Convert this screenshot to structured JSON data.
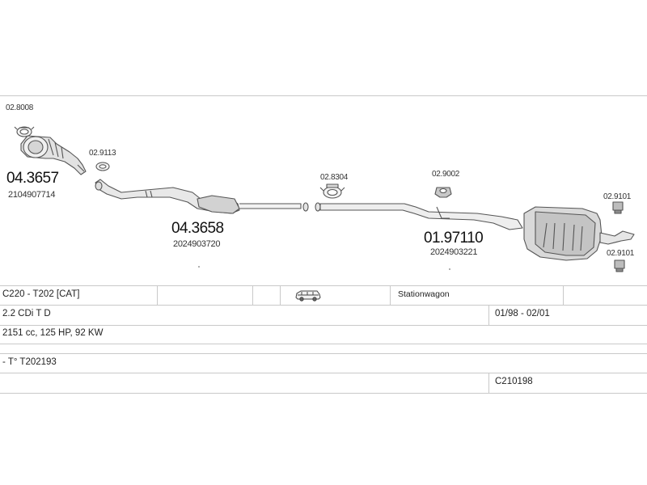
{
  "parts": {
    "p1": "02.8008",
    "p2": "04.3657",
    "p3": "2104907714",
    "p4": "02.9113",
    "p5": "04.3658",
    "p6": "2024903720",
    "p7": "02.8304",
    "p8": "02.9002",
    "p9": "01.97110",
    "p10": "2024903221",
    "p11": "02.9101",
    "p12": "02.9101"
  },
  "vehicle": {
    "model": "C220 - T202  [CAT]",
    "body_icon": "station-wagon-car-icon",
    "body_type": "Stationwagon",
    "engine": "2.2 CDi T D",
    "years": "01/98 - 02/01",
    "specs": "2151 cc, 125 HP, 92 KW",
    "type_code": "- T° T202193",
    "ref": "C210198"
  },
  "colors": {
    "line": "#555555",
    "fill": "#e6e6e6",
    "dark": "#9a9a9a",
    "grid": "#c9c9c9"
  }
}
